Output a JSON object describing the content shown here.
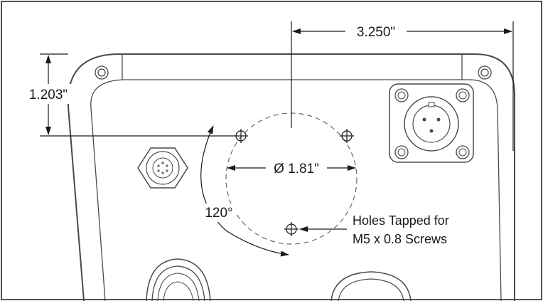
{
  "dimensions": {
    "horizontal": "3.250\"",
    "vertical": "1.203\"",
    "bolt_circle_diameter": "Ø 1.81\"",
    "angle": "120°"
  },
  "note": {
    "line1": "Holes Tapped for",
    "line2": "M5 x 0.8 Screws"
  }
}
